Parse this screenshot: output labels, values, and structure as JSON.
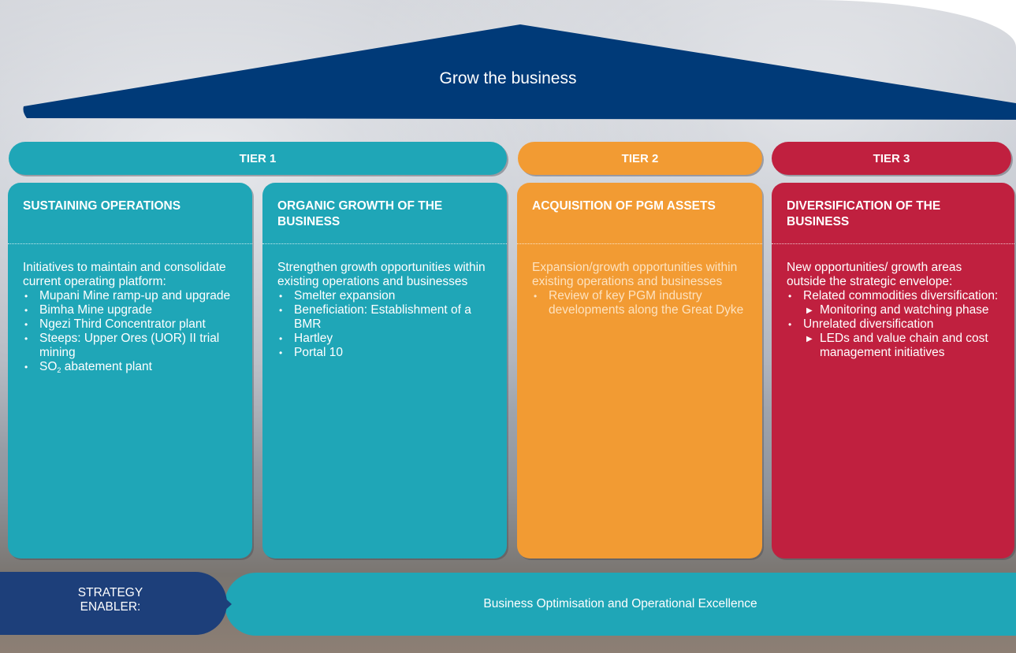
{
  "roof": {
    "title": "Grow the business",
    "color": "#003a78"
  },
  "tiers": [
    {
      "label": "TIER 1",
      "color": "#1fa6b7"
    },
    {
      "label": "TIER 2",
      "color": "#f29b33"
    },
    {
      "label": "TIER 3",
      "color": "#c0203f"
    }
  ],
  "columns": [
    {
      "heading": "SUSTAINING OPERATIONS",
      "intro": "Initiatives to maintain and consolidate current operating platform:",
      "bullets": [
        "Mupani Mine ramp-up and upgrade",
        "Bimha Mine upgrade",
        "Ngezi Third Concentrator plant",
        "Steeps: Upper Ores (UOR) II trial mining"
      ],
      "last_bullet_pre": "SO",
      "last_bullet_sub": "2",
      "last_bullet_post": " abatement plant"
    },
    {
      "heading": "ORGANIC GROWTH OF THE BUSINESS",
      "intro": "Strengthen growth opportunities within existing operations and businesses",
      "bullets": [
        "Smelter expansion",
        "Beneficiation: Establishment of a BMR",
        "Hartley",
        "Portal 10"
      ]
    },
    {
      "heading": "ACQUISITION OF PGM ASSETS",
      "intro": "Expansion/growth opportunities within existing operations and businesses",
      "bullets": [
        "Review of key PGM industry developments along the Great Dyke"
      ]
    },
    {
      "heading": "DIVERSIFICATION OF THE BUSINESS",
      "intro": "New opportunities/ growth areas outside the strategic envelope:",
      "bullets": [
        {
          "text": "Related commodities diversification:",
          "sub": [
            "Monitoring and watching phase"
          ]
        },
        {
          "text": "Unrelated diversification",
          "sub": [
            "LEDs and value chain and cost management initiatives"
          ]
        }
      ]
    }
  ],
  "enabler": {
    "badge": "STRATEGY ENABLER:",
    "text": "Business Optimisation and Operational Excellence"
  }
}
